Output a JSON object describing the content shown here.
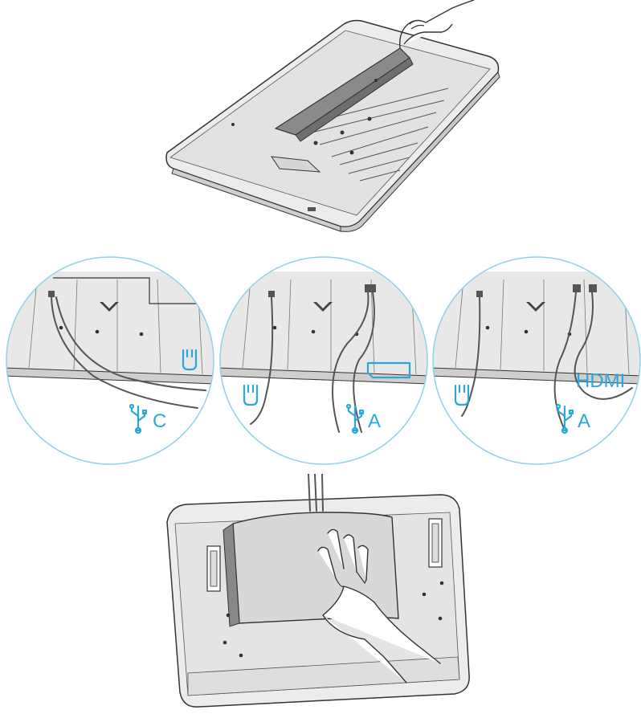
{
  "illustration": {
    "step2_connections": [
      {
        "port_letter": "C",
        "power_icon": "power-plug-icon",
        "usb_icon": "usb-icon"
      },
      {
        "port_letter": "A",
        "power_icon": "power-plug-icon",
        "usb_icon": "usb-icon",
        "extra_icon": "displayport-icon"
      },
      {
        "port_letter": "A",
        "power_icon": "power-plug-icon",
        "usb_icon": "usb-icon",
        "extra_label": "HDMI"
      }
    ]
  },
  "colors": {
    "accent": "#2aa8dc",
    "line": "#333333",
    "fill": "#e8e8e8",
    "fill_dark": "#8a8a8a",
    "circle_border": "#8fd0ea"
  }
}
